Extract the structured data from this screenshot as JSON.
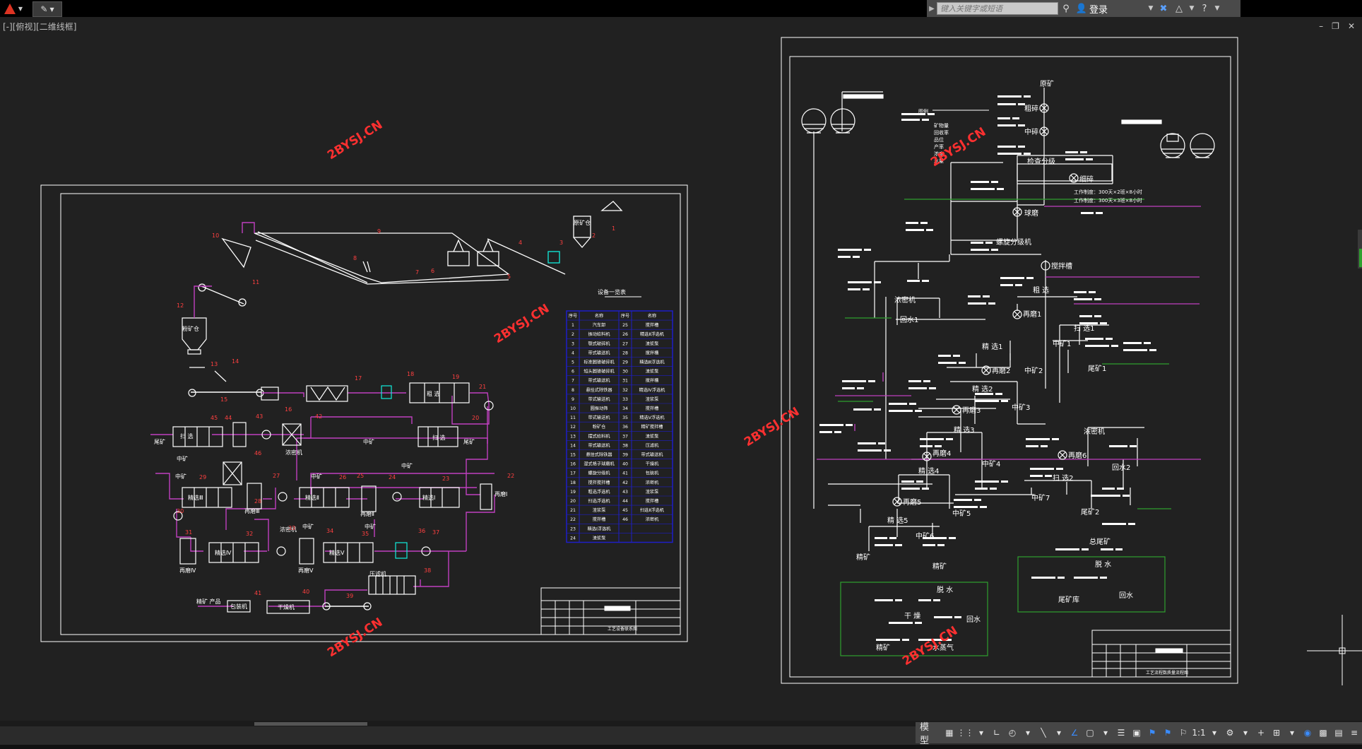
{
  "topbar": {
    "search_placeholder": "键入关键字或短语",
    "login_label": "登录"
  },
  "view_label": "[-][俯视][二维线框]",
  "watermark": "2BYSJ.CN",
  "left_sheet": {
    "labels": {
      "raw_bin": "原矿仓",
      "fine_bin": "粉矿仓",
      "coarse": "粗 选",
      "concentrator": "浓密机",
      "filter": "压滤机",
      "dryer": "干燥机",
      "packer": "包装机",
      "product": "精矿\n产品",
      "scav1": "扫 选",
      "clean1": "精选Ⅰ",
      "clean2": "精选Ⅱ",
      "clean3": "精选Ⅲ",
      "clean4": "精选Ⅳ",
      "clean5": "精选Ⅴ",
      "regrind1": "再磨Ⅰ",
      "regrind2": "再磨Ⅱ",
      "regrind3": "再磨Ⅲ",
      "regrind4": "再磨Ⅳ",
      "regrind5": "再磨Ⅴ",
      "tail": "尾矿",
      "mid": "中矿",
      "table_title": "设备一览表",
      "title_block_name": "工艺设备联系图"
    },
    "table_headers": [
      "序号",
      "名称",
      "序号",
      "名称"
    ],
    "equipment": [
      [
        "1",
        "汽车卸",
        "25",
        "搅拌槽"
      ],
      [
        "2",
        "振动给料机",
        "26",
        "精选Ⅱ浮选机"
      ],
      [
        "3",
        "颚式破碎机",
        "27",
        "渣浆泵"
      ],
      [
        "4",
        "带式输送机",
        "28",
        "搅拌槽"
      ],
      [
        "5",
        "标准圆锥破碎机",
        "29",
        "精选Ⅲ浮选机"
      ],
      [
        "6",
        "短头圆锥破碎机",
        "30",
        "渣浆泵"
      ],
      [
        "7",
        "带式输送机",
        "31",
        "搅拌槽"
      ],
      [
        "8",
        "悬挂式除铁器",
        "32",
        "精选Ⅳ浮选机"
      ],
      [
        "9",
        "带式输送机",
        "33",
        "渣浆泵"
      ],
      [
        "10",
        "圆振动筛",
        "34",
        "搅拌槽"
      ],
      [
        "11",
        "带式输送机",
        "35",
        "精选Ⅴ浮选机"
      ],
      [
        "12",
        "粉矿仓",
        "36",
        "精矿搅拌槽"
      ],
      [
        "13",
        "摆式给料机",
        "37",
        "渣浆泵"
      ],
      [
        "14",
        "带式输送机",
        "38",
        "压滤机"
      ],
      [
        "15",
        "悬挂式除铁器",
        "39",
        "带式输送机"
      ],
      [
        "16",
        "湿式格子球磨机",
        "40",
        "干燥机"
      ],
      [
        "17",
        "螺旋分级机",
        "41",
        "包装机"
      ],
      [
        "18",
        "搅拌搅拌槽",
        "42",
        "浓密机"
      ],
      [
        "19",
        "粗选浮选机",
        "43",
        "渣浆泵"
      ],
      [
        "20",
        "扫选浮选机",
        "44",
        "搅拌槽"
      ],
      [
        "21",
        "渣浆泵",
        "45",
        "扫选Ⅱ浮选机"
      ],
      [
        "22",
        "搅拌槽",
        "46",
        "浓密机"
      ],
      [
        "23",
        "精选Ⅰ浮选机",
        "",
        ""
      ],
      [
        "24",
        "渣浆泵",
        "",
        ""
      ]
    ],
    "numbers": [
      "1",
      "2",
      "3",
      "4",
      "5",
      "6",
      "7",
      "8",
      "9",
      "10",
      "11",
      "12",
      "13",
      "14",
      "15",
      "16",
      "17",
      "18",
      "19",
      "20",
      "21",
      "22",
      "23",
      "24",
      "25",
      "26",
      "27",
      "28",
      "29",
      "30",
      "31",
      "32",
      "33",
      "34",
      "35",
      "36",
      "37",
      "38",
      "39",
      "40",
      "41",
      "42",
      "43",
      "44",
      "45",
      "46"
    ]
  },
  "right_sheet": {
    "labels": {
      "raw_ore": "原矿",
      "coarse_crush": "粗碎",
      "mid_crush": "中碎",
      "screening": "检查分级",
      "fine_crush": "细碎",
      "ball_mill": "球磨",
      "classifier": "螺旋分级机",
      "stir": "搅拌槽",
      "coarse": "粗 选",
      "concentrate1": "浓密机",
      "return_water1": "回水1",
      "regrind1": "再磨1",
      "scav1": "扫 选1",
      "mid1": "中矿1",
      "clean1": "精 选1",
      "regrind2": "再磨2",
      "mid2": "中矿2",
      "tail1": "尾矿1",
      "clean2": "精 选2",
      "regrind3": "再磨3",
      "mid3": "中矿3",
      "clean3": "精 选3",
      "concentrate2": "浓密机",
      "regrind4": "再磨4",
      "mid4": "中矿4",
      "regrind6": "再磨6",
      "return_water2": "回水2",
      "clean4": "精 选4",
      "scav2": "扫 选2",
      "mid7": "中矿7",
      "tail2": "尾矿2",
      "regrind5": "再磨5",
      "mid5": "中矿5",
      "clean5": "精 选5",
      "mid6": "中矿6",
      "concentrate": "精矿",
      "total_tail": "总尾矿",
      "dewater": "脱 水",
      "tailings_dam": "尾矿库",
      "return_water": "回水",
      "dry": "干 燥",
      "vapor": "水蒸气",
      "schedule1": "工作制度：300天×2班×8小时",
      "schedule2": "工作制度：300天×3班×8小时",
      "legend_title": "图例",
      "legend1": "矿物量",
      "legend2": "回收率",
      "legend3": "品位",
      "legend4": "产率",
      "legend5": "浓度",
      "legend6": "水量",
      "title_block_name": "工艺流程数质量流程图"
    }
  },
  "statusbar": {
    "model_label": "模型",
    "scale_label": "1:1"
  },
  "colors": {
    "background": "#212121",
    "magenta": "#c040c0",
    "white": "#ffffff",
    "blue": "#1e1ec8",
    "green": "#2fa02f",
    "red_watermark": "#ff3030"
  }
}
